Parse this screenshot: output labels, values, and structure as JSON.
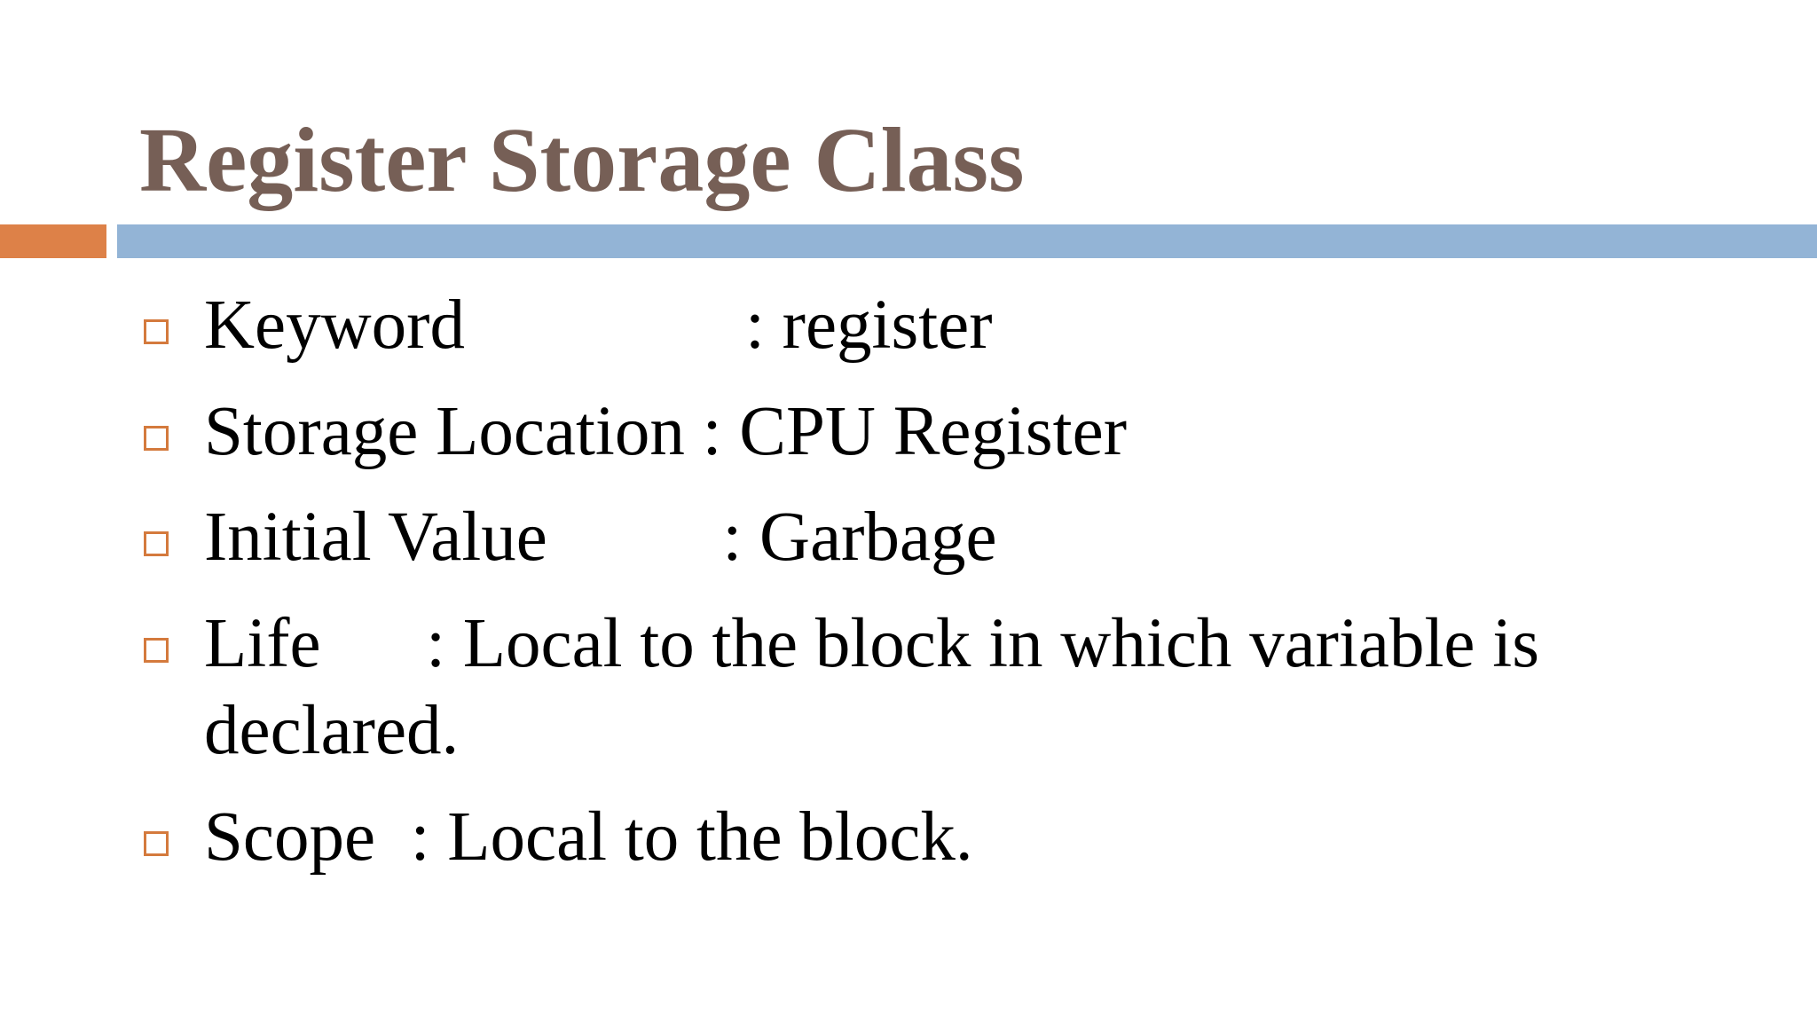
{
  "slide": {
    "title": "Register Storage Class",
    "colors": {
      "title": "#765f56",
      "accent": "#dd8148",
      "rule": "#93b4d6",
      "marker": "#d47a3d",
      "text": "#000000"
    },
    "marker_icon": "hollow-square-icon",
    "bullets": [
      {
        "text": "Keyword                : register"
      },
      {
        "text": "Storage Location : CPU Register"
      },
      {
        "text": "Initial Value          : Garbage"
      },
      {
        "text": "Life      : Local to the block in which variable is\ndeclared."
      },
      {
        "text": "Scope  : Local to the block."
      }
    ]
  }
}
